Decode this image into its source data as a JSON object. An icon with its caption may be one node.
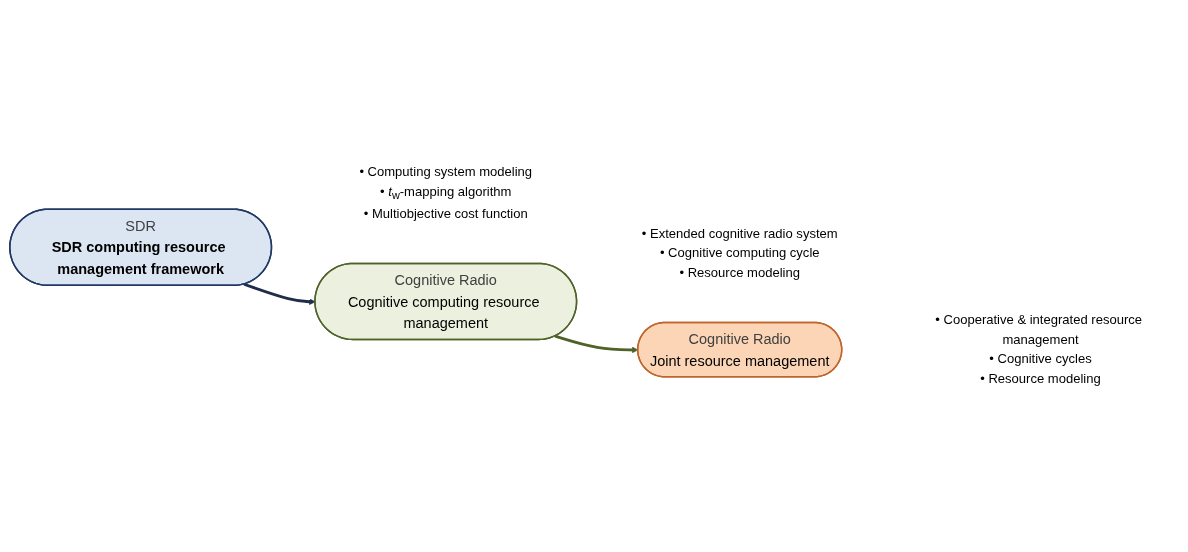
{
  "diagram": {
    "nodes": [
      {
        "text": [
          "SDR",
          "SDR computing resource management framework"
        ],
        "beside": [
          "• Computing system modeling",
          "• *t*$_{w}$-mapping algorithm",
          "• Multiobjective cost function"
        ]
      },
      {
        "text": [
          "Cognitive Radio",
          "Cognitive computing resource management"
        ],
        "beside": [
          "• Extended cognitive radio system",
          "• Cognitive computing cycle",
          "• Resource modeling"
        ]
      },
      {
        "text": [
          "Cognitive Radio",
          "Joint resource management"
        ],
        "beside": [
          "• Cooperative & integrated resource management",
          "• Cognitive cycles",
          "• Resource modeling"
        ]
      }
    ],
    "edges": [
      {
        "from": 0,
        "to": 1,
        "arrow": "to",
        "color": "#1f2d4a"
      },
      {
        "from": 1,
        "to": 2,
        "arrow": "to",
        "color": "#4f6228"
      }
    ]
  }
}
